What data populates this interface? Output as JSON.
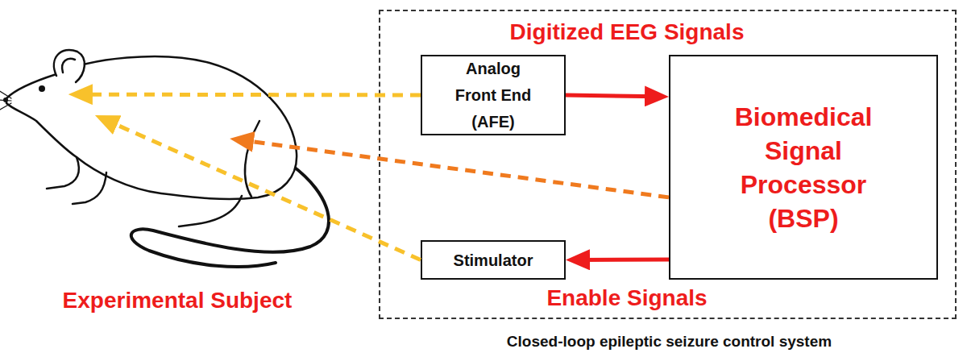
{
  "diagram": {
    "nodes": [
      {
        "text": [
          "Experimental Subject"
        ]
      },
      {
        "text": [
          "Closed-loop epileptic seizure control system"
        ]
      },
      {
        "text": [
          "Analog Front End (AFE)"
        ],
        "in": 1
      },
      {
        "text": [
          "Biomedical Signal Processor (BSP)"
        ],
        "in": 1
      },
      {
        "text": [
          "Stimulator"
        ],
        "in": 1
      }
    ],
    "edges": [
      {
        "from": 2,
        "to": 3,
        "arrow": "to"
      },
      {
        "from": 3,
        "to": 4,
        "arrow": "to"
      },
      {
        "from": 2,
        "to": 0,
        "arrow": "to"
      },
      {
        "from": 3,
        "to": 0,
        "arrow": "to"
      },
      {
        "from": 4,
        "to": 0,
        "arrow": "to"
      }
    ],
    "labels": [
      "Digitized EEG Signals",
      "Enable Signals"
    ]
  }
}
